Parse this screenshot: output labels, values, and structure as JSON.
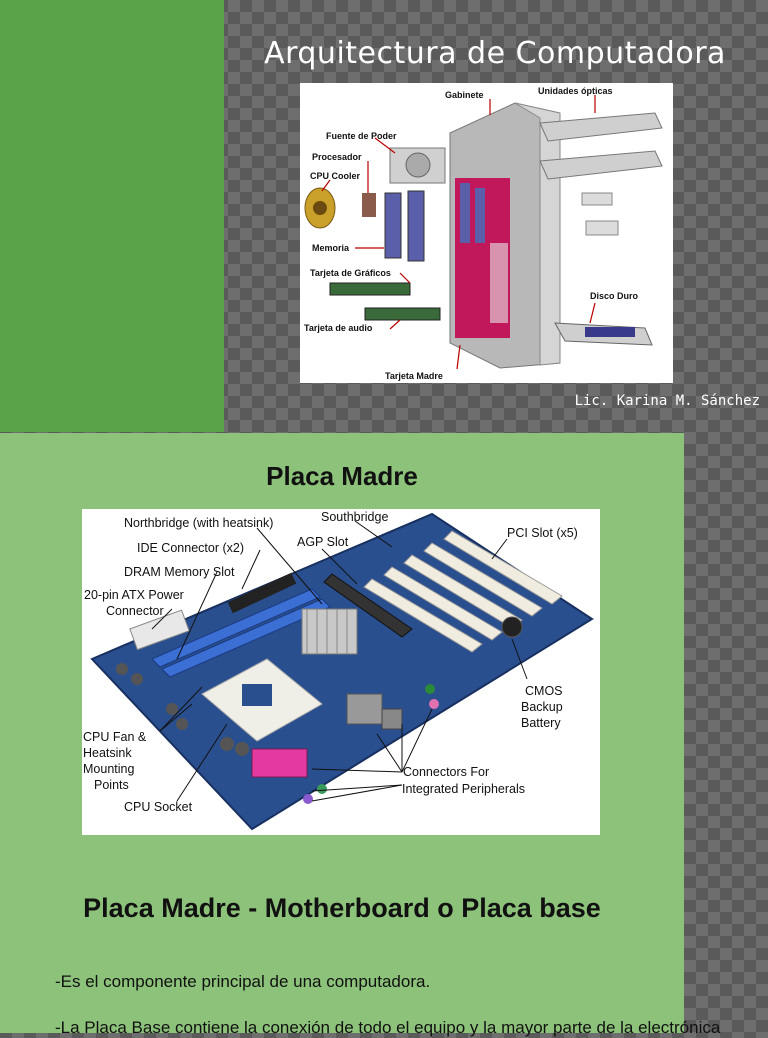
{
  "slide1": {
    "title": "Arquitectura de Computadora",
    "author": "Lic. Karina M. Sánchez",
    "labels": {
      "gabinete": "Gabinete",
      "unidades_opticas": "Unidades ópticas",
      "fuente": "Fuente de Poder",
      "procesador": "Procesador",
      "cpu_cooler": "CPU Cooler",
      "memoria": "Memoria",
      "tarjeta_graficos": "Tarjeta de Gráficos",
      "disco_duro": "Disco Duro",
      "tarjeta_audio": "Tarjeta de audio",
      "tarjeta_madre": "Tarjeta Madre"
    }
  },
  "slide2": {
    "title": "Placa Madre",
    "labels": {
      "northbridge": "Northbridge (with heatsink)",
      "southbridge": "Southbridge",
      "ide": "IDE Connector (x2)",
      "agp": "AGP Slot",
      "pci": "PCI Slot (x5)",
      "dram": "DRAM Memory Slot",
      "atx_1": "20-pin ATX Power",
      "atx_2": "Connector",
      "cmos_1": "CMOS",
      "cmos_2": "Backup",
      "cmos_3": "Battery",
      "fan_1": "CPU Fan &",
      "fan_2": "Heatsink",
      "fan_3": "Mounting",
      "fan_4": "Points",
      "conn_1": "Connectors For",
      "conn_2": "Integrated Peripherals",
      "socket": "CPU Socket"
    },
    "heading": "Placa Madre - Motherboard o Placa base",
    "bullet1": "-Es el componente principal de una computadora.",
    "bullet2": "-La Placa Base contiene la conexión de todo el equipo y la mayor parte de la electrónica"
  }
}
